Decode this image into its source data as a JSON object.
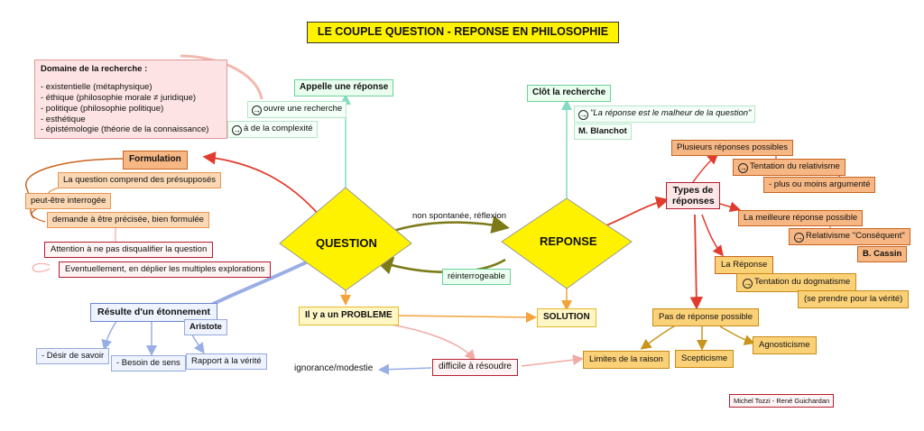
{
  "title": "LE COUPLE  QUESTION - REPONSE EN PHILOSOPHIE",
  "question": "QUESTION",
  "reponse": "REPONSE",
  "link_top": "non spontanée, réflexion",
  "link_bottom": "réinterrogeable",
  "domaine": {
    "heading": "Domaine de la recherche :",
    "items": [
      "- existentielle (métaphysique)",
      "- éthique (philosophie morale ≠ juridique)",
      "- politique (philosophie politique)",
      "- esthétique",
      "- épistémologie (théorie de la connaissance)"
    ]
  },
  "appelle": {
    "label": "Appelle une réponse",
    "sub1": "ouvre une recherche",
    "sub2": "à de la complexité"
  },
  "clot": {
    "label": "Clôt la recherche",
    "quote": "\"La réponse est le malheur de la question\"",
    "author": "M. Blanchot"
  },
  "formulation": {
    "label": "Formulation",
    "items": [
      "La question comprend des présupposés",
      "peut-être interrogée",
      "demande à être précisée, bien formulée",
      "Attention à ne pas disqualifier la question",
      "Eventuellement, en déplier les multiples explorations"
    ]
  },
  "etonnement": {
    "label": "Résulte d'un étonnement",
    "author": "Aristote",
    "items": [
      "- Désir de savoir",
      "- Besoin de sens",
      "Rapport à la vérité"
    ]
  },
  "probleme": {
    "label": "Il y a un PROBLEME",
    "solution": "SOLUTION",
    "difficile": "difficile à résoudre",
    "ignorance": "ignorance/modestie",
    "limites": "Limites de la raison"
  },
  "types": {
    "label": "Types de réponses",
    "plusieurs": "Plusieurs réponses possibles",
    "relativisme": "Tentation du relativisme",
    "argumente": "- plus ou moins argumenté",
    "meilleure": "La meilleure réponse possible",
    "consequent": "Relativisme \"Conséquent\"",
    "cassin": "B. Cassin",
    "la_reponse": "La Réponse",
    "dogmatisme": "Tentation du dogmatisme",
    "verite": "(se prendre pour la vérité)",
    "pas_de": "Pas de réponse possible",
    "scepticisme": "Scepticisme",
    "agnosticisme": "Agnosticisme"
  },
  "credits": "Michel Tozzi - René Guichardan"
}
